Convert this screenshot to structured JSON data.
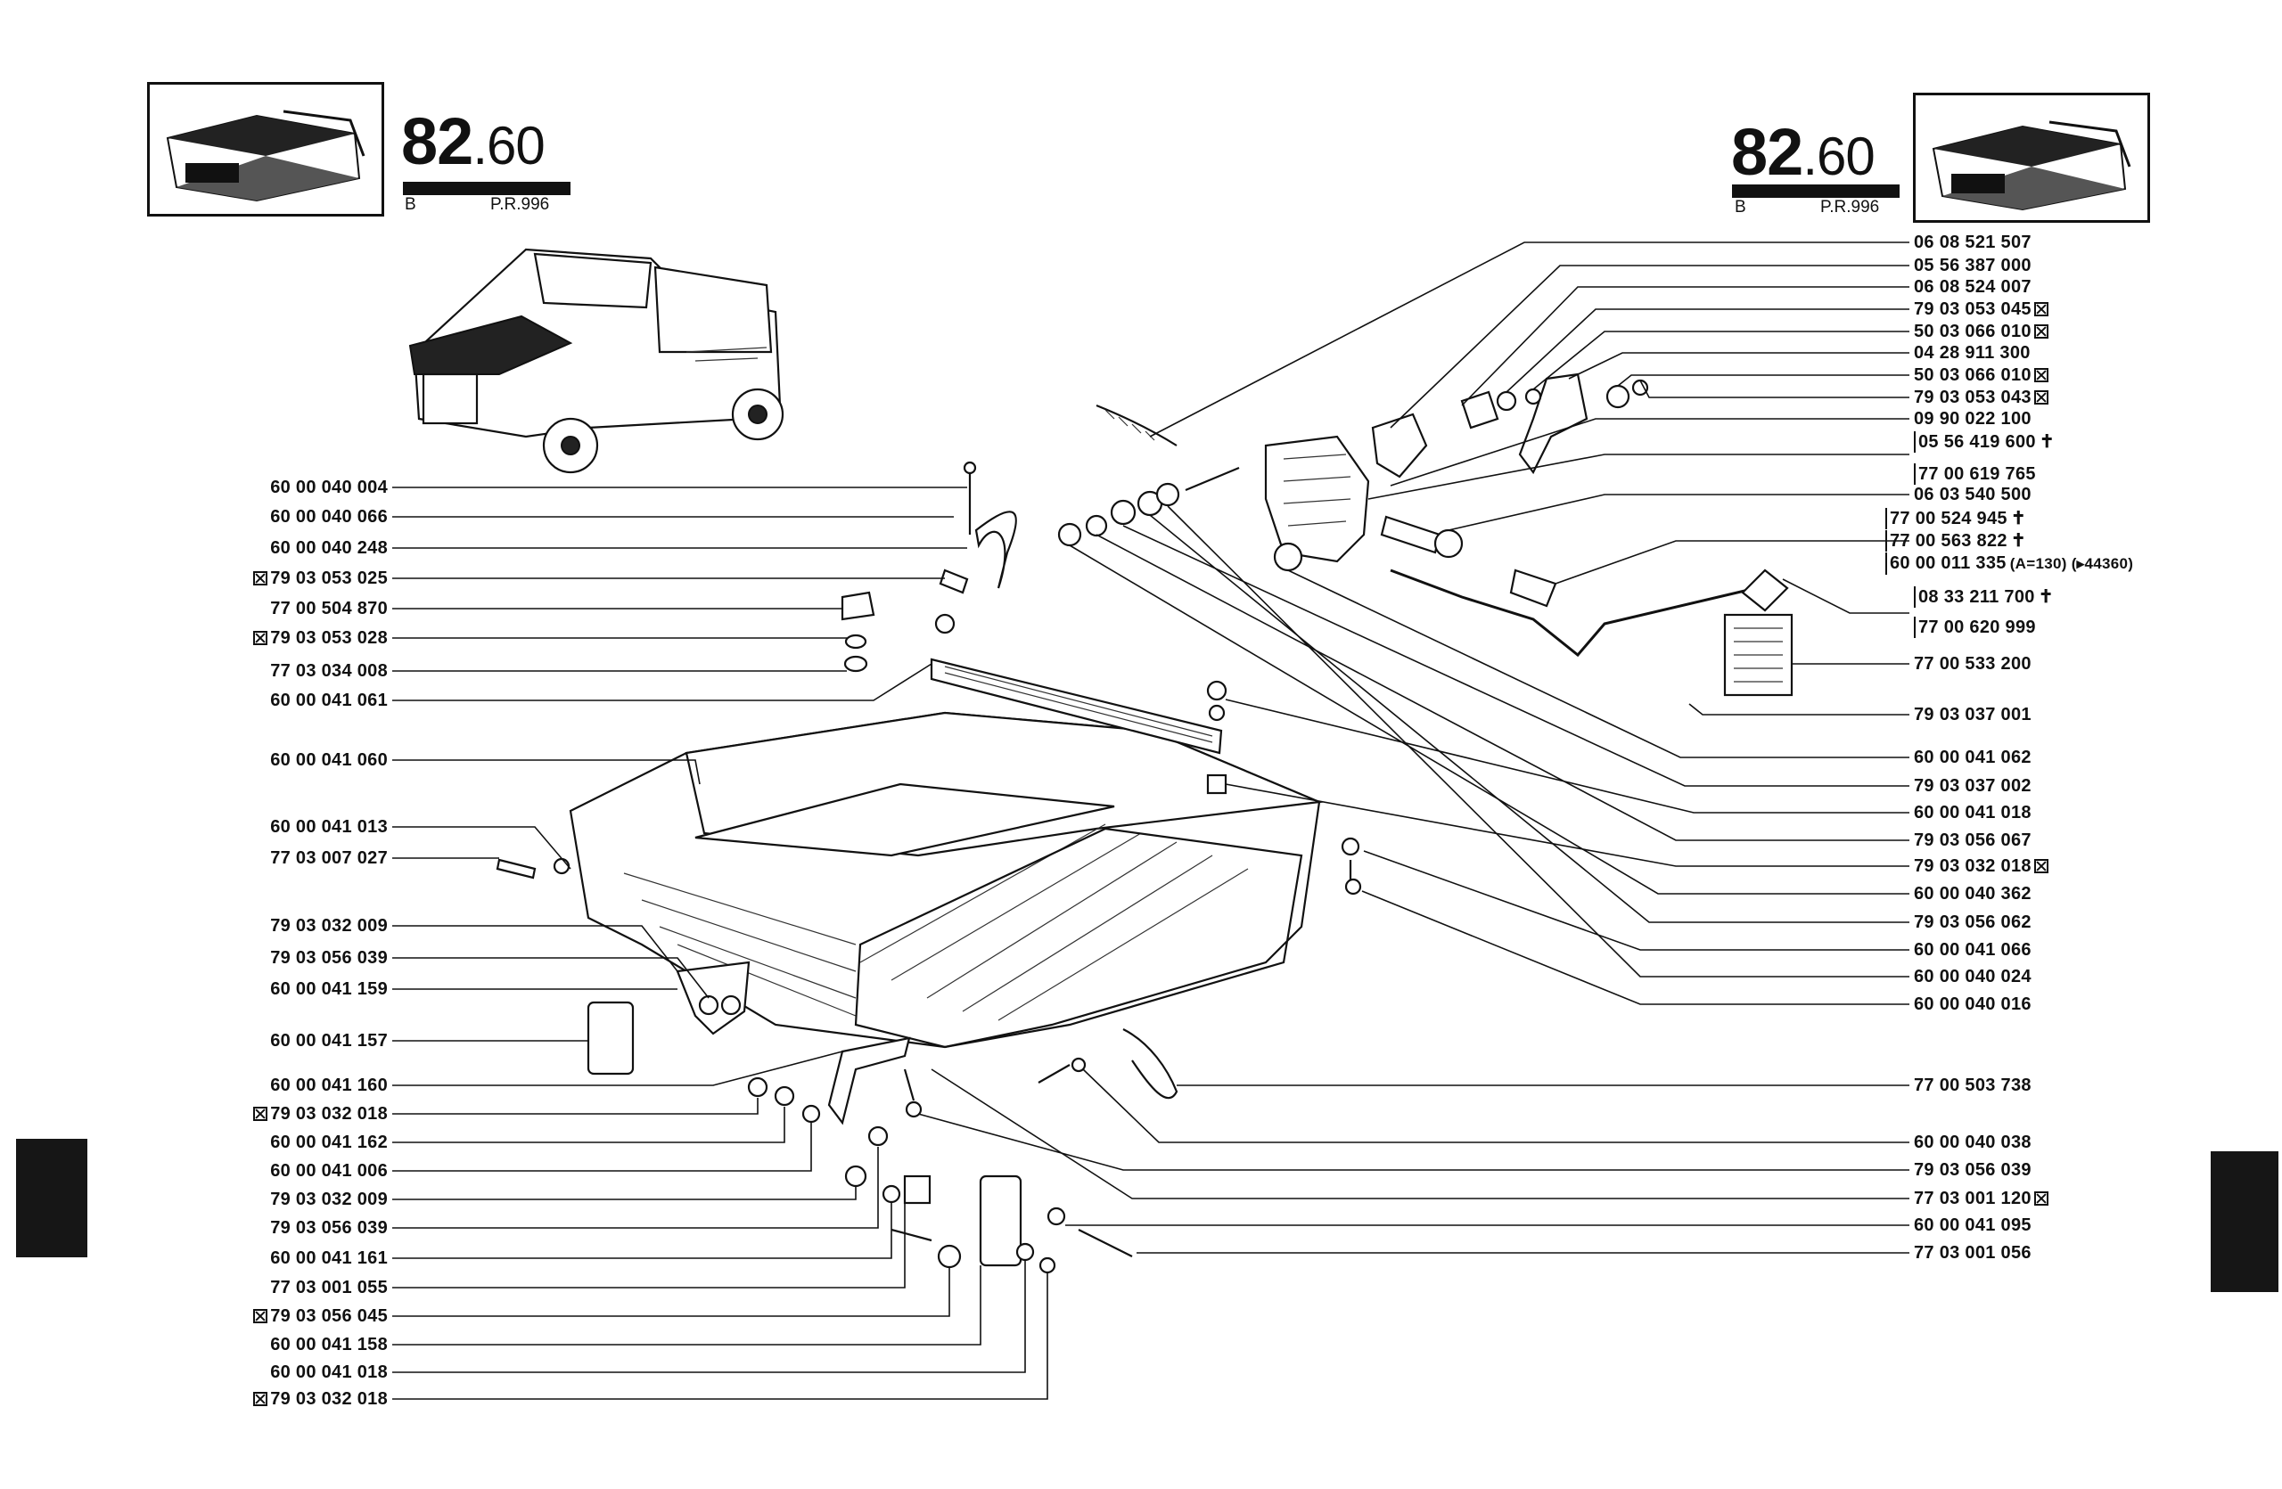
{
  "header_left": {
    "section_major": "82",
    "section_minor": ".60",
    "variant": "B",
    "pr": "P.R.996"
  },
  "header_right": {
    "section_major": "82",
    "section_minor": ".60",
    "variant": "B",
    "pr": "P.R.996"
  },
  "labels_left": [
    {
      "ref": "60 00 040 004",
      "marked": false
    },
    {
      "ref": "60 00 040 066",
      "marked": false
    },
    {
      "ref": "60 00 040 248",
      "marked": false
    },
    {
      "ref": "79 03 053 025",
      "marked": true
    },
    {
      "ref": "77 00 504 870",
      "marked": false
    },
    {
      "ref": "79 03 053 028",
      "marked": true
    },
    {
      "ref": "77 03 034 008",
      "marked": false
    },
    {
      "ref": "60 00 041 061",
      "marked": false
    },
    {
      "ref": "60 00 041 060",
      "marked": false
    },
    {
      "ref": "60 00 041 013",
      "marked": false
    },
    {
      "ref": "77 03 007 027",
      "marked": false
    },
    {
      "ref": "79 03 032 009",
      "marked": false
    },
    {
      "ref": "79 03 056 039",
      "marked": false
    },
    {
      "ref": "60 00 041 159",
      "marked": false
    },
    {
      "ref": "60 00 041 157",
      "marked": false
    },
    {
      "ref": "60 00 041 160",
      "marked": false
    },
    {
      "ref": "79 03 032 018",
      "marked": true
    },
    {
      "ref": "60 00 041 162",
      "marked": false
    },
    {
      "ref": "60 00 041 006",
      "marked": false
    },
    {
      "ref": "79 03 032 009",
      "marked": false
    },
    {
      "ref": "79 03 056 039",
      "marked": false
    },
    {
      "ref": "60 00 041 161",
      "marked": false
    },
    {
      "ref": "77 03 001 055",
      "marked": false
    },
    {
      "ref": "79 03 056 045",
      "marked": true
    },
    {
      "ref": "60 00 041 158",
      "marked": false
    },
    {
      "ref": "60 00 041 018",
      "marked": false
    },
    {
      "ref": "79 03 032 018",
      "marked": true
    }
  ],
  "labels_right": [
    {
      "ref": "06 08 521 507",
      "marked": false,
      "dagger": false,
      "note": ""
    },
    {
      "ref": "05 56 387 000",
      "marked": false,
      "dagger": false,
      "note": ""
    },
    {
      "ref": "06 08 524 007",
      "marked": false,
      "dagger": false,
      "note": ""
    },
    {
      "ref": "79 03 053 045",
      "marked": true,
      "dagger": false,
      "note": ""
    },
    {
      "ref": "50 03 066 010",
      "marked": true,
      "dagger": false,
      "note": ""
    },
    {
      "ref": "04 28 911 300",
      "marked": false,
      "dagger": false,
      "note": ""
    },
    {
      "ref": "50 03 066 010",
      "marked": true,
      "dagger": false,
      "note": ""
    },
    {
      "ref": "79 03 053 043",
      "marked": true,
      "dagger": false,
      "note": ""
    },
    {
      "ref": "09 90 022 100",
      "marked": false,
      "dagger": false,
      "note": ""
    },
    {
      "ref": "05 56 419 600",
      "marked": false,
      "dagger": true,
      "note": ""
    },
    {
      "ref": "77 00 619 765",
      "marked": false,
      "dagger": false,
      "note": ""
    },
    {
      "ref": "06 03 540 500",
      "marked": false,
      "dagger": false,
      "note": ""
    },
    {
      "ref": "77 00 524 945",
      "marked": false,
      "dagger": true,
      "note": ""
    },
    {
      "ref": "77 00 563 822",
      "marked": false,
      "dagger": true,
      "note": ""
    },
    {
      "ref": "60 00 011 335",
      "marked": false,
      "dagger": false,
      "note": "(A=130) (▸44360)"
    },
    {
      "ref": "08 33 211 700",
      "marked": false,
      "dagger": true,
      "note": ""
    },
    {
      "ref": "77 00 620 999",
      "marked": false,
      "dagger": false,
      "note": ""
    },
    {
      "ref": "77 00 533 200",
      "marked": false,
      "dagger": false,
      "note": ""
    },
    {
      "ref": "79 03 037 001",
      "marked": false,
      "dagger": false,
      "note": ""
    },
    {
      "ref": "60 00 041 062",
      "marked": false,
      "dagger": false,
      "note": ""
    },
    {
      "ref": "79 03 037 002",
      "marked": false,
      "dagger": false,
      "note": ""
    },
    {
      "ref": "60 00 041 018",
      "marked": false,
      "dagger": false,
      "note": ""
    },
    {
      "ref": "79 03 056 067",
      "marked": false,
      "dagger": false,
      "note": ""
    },
    {
      "ref": "79 03 032 018",
      "marked": true,
      "dagger": false,
      "note": ""
    },
    {
      "ref": "60 00 040 362",
      "marked": false,
      "dagger": false,
      "note": ""
    },
    {
      "ref": "79 03 056 062",
      "marked": false,
      "dagger": false,
      "note": ""
    },
    {
      "ref": "60 00 041 066",
      "marked": false,
      "dagger": false,
      "note": ""
    },
    {
      "ref": "60 00 040 024",
      "marked": false,
      "dagger": false,
      "note": ""
    },
    {
      "ref": "60 00 040 016",
      "marked": false,
      "dagger": false,
      "note": ""
    },
    {
      "ref": "77 00 503 738",
      "marked": false,
      "dagger": false,
      "note": ""
    },
    {
      "ref": "60 00 040 038",
      "marked": false,
      "dagger": false,
      "note": ""
    },
    {
      "ref": "79 03 056 039",
      "marked": false,
      "dagger": false,
      "note": ""
    },
    {
      "ref": "77 03 001 120",
      "marked": true,
      "dagger": false,
      "note": ""
    },
    {
      "ref": "60 00 041 095",
      "marked": false,
      "dagger": false,
      "note": ""
    },
    {
      "ref": "77 03 001 056",
      "marked": false,
      "dagger": false,
      "note": ""
    }
  ]
}
